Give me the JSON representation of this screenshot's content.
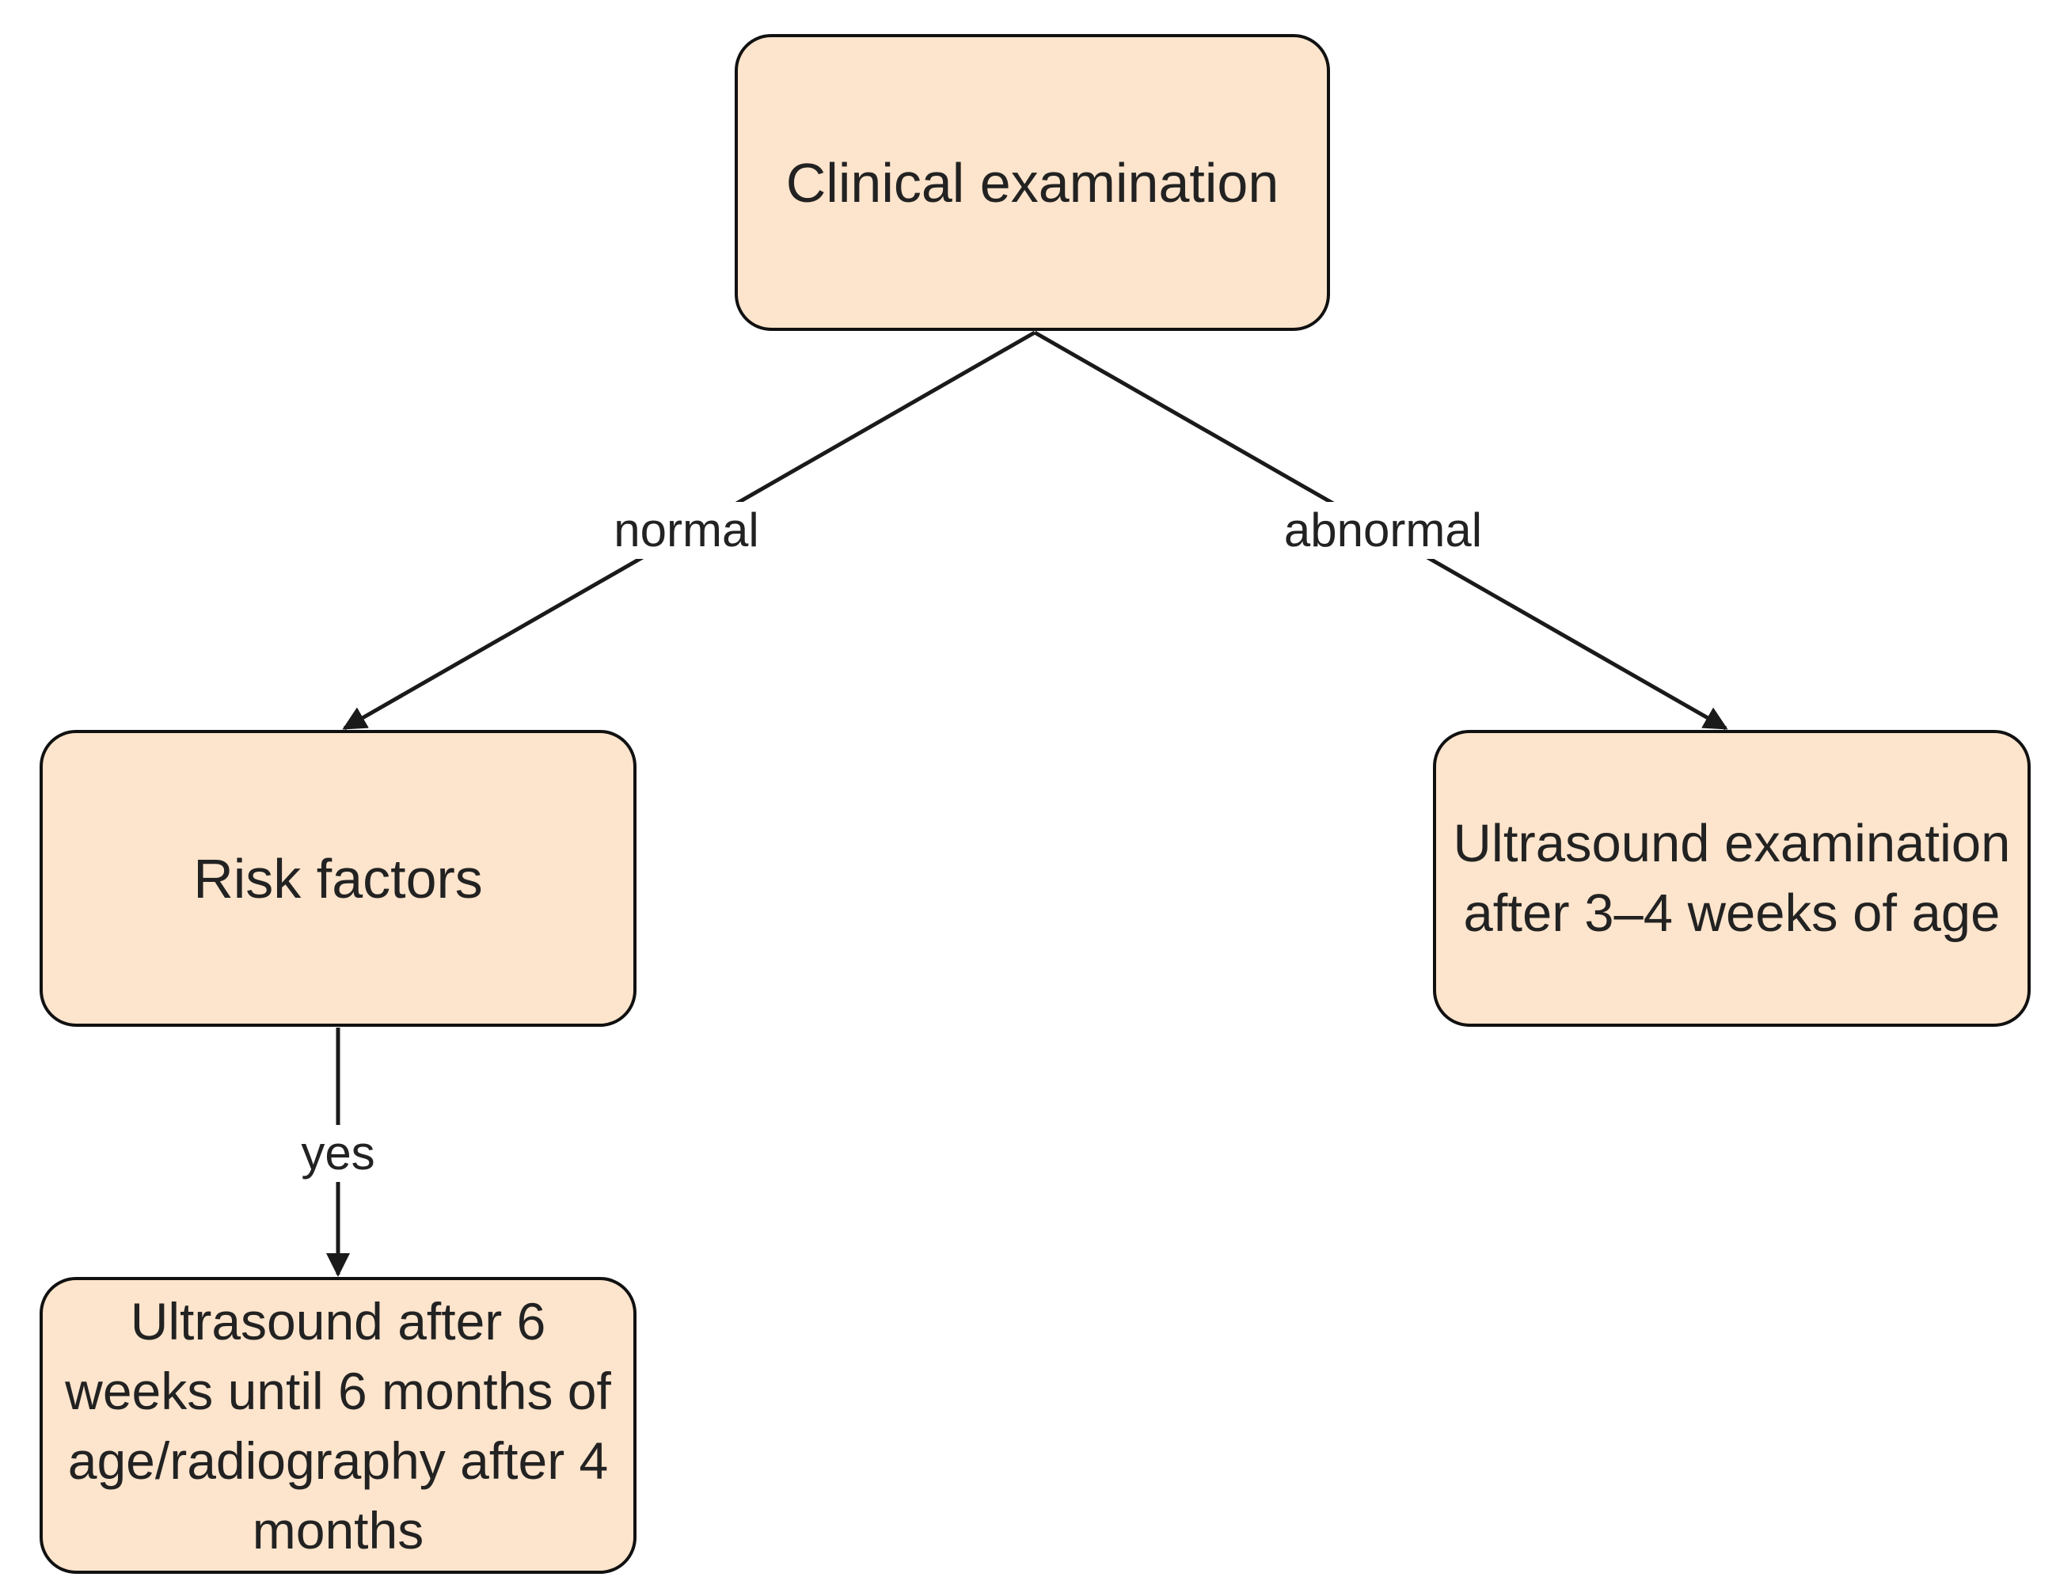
{
  "nodes": {
    "clinical_examination": "Clinical examination",
    "risk_factors": "Risk factors",
    "ultrasound_abnormal": "Ultrasound examination after 3–4 weeks of age",
    "ultrasound_risk": "Ultrasound after 6 weeks until 6 months of age/radiography after 4 months"
  },
  "edges": {
    "normal": "normal",
    "abnormal": "abnormal",
    "yes": "yes"
  },
  "colors": {
    "node_fill": "#FDE4CC",
    "node_border": "#111111",
    "edge": "#1a1a1a"
  }
}
